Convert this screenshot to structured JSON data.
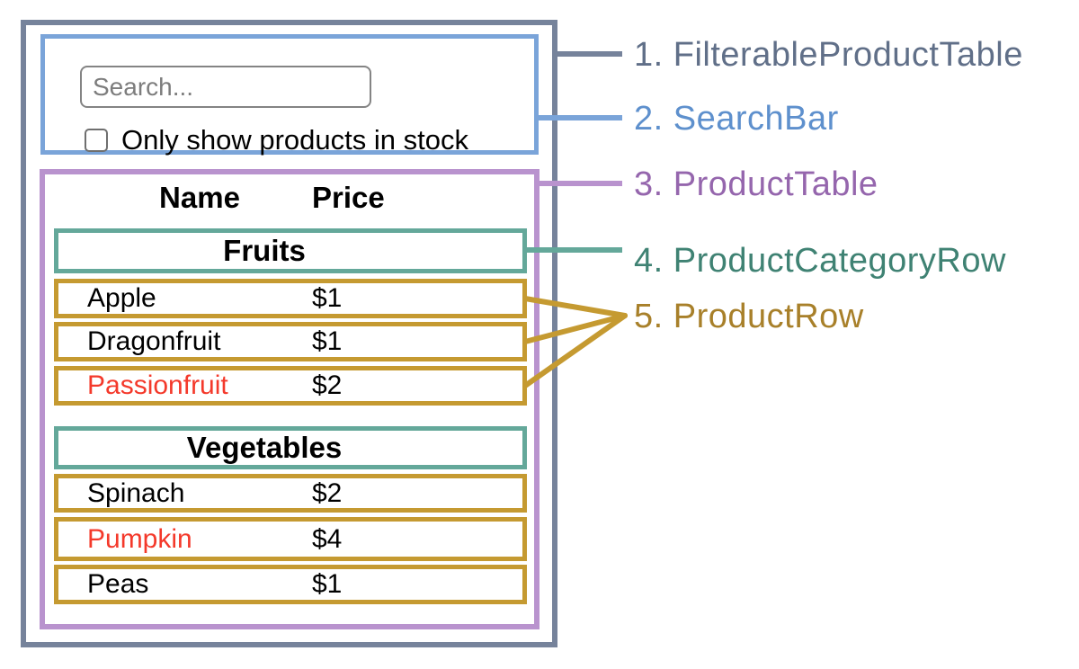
{
  "figure": {
    "annotations": [
      {
        "text": "1. FilterableProductTable",
        "component": "FilterableProductTable",
        "color": "#606f88"
      },
      {
        "text": "2. SearchBar",
        "component": "SearchBar",
        "color": "#5e90cd"
      },
      {
        "text": "3. ProductTable",
        "component": "ProductTable",
        "color": "#9566ad"
      },
      {
        "text": "4. ProductCategoryRow",
        "component": "ProductCategoryRow",
        "color": "#3f8273"
      },
      {
        "text": "5. ProductRow",
        "component": "ProductRow",
        "color": "#a8802a"
      }
    ]
  },
  "search_bar": {
    "input_value": "",
    "input_placeholder": "Search...",
    "checkbox_label": "Only show products in stock",
    "checkbox_checked": false
  },
  "product_table": {
    "headers": {
      "name": "Name",
      "price": "Price"
    },
    "sections": [
      {
        "category": "Fruits",
        "rows": [
          {
            "name": "Apple",
            "price": "$1",
            "in_stock": true
          },
          {
            "name": "Dragonfruit",
            "price": "$1",
            "in_stock": true
          },
          {
            "name": "Passionfruit",
            "price": "$2",
            "in_stock": false
          }
        ]
      },
      {
        "category": "Vegetables",
        "rows": [
          {
            "name": "Spinach",
            "price": "$2",
            "in_stock": true
          },
          {
            "name": "Pumpkin",
            "price": "$4",
            "in_stock": false
          },
          {
            "name": "Peas",
            "price": "$1",
            "in_stock": true
          }
        ]
      }
    ]
  },
  "colors": {
    "filterable_product_table_border": "#76839b",
    "search_bar_border": "#7aa4d9",
    "product_table_border": "#b993ce",
    "product_category_row_border": "#64a89a",
    "product_row_border": "#c59a31",
    "out_of_stock_text": "#f4392b",
    "input_border": "#848484",
    "placeholder_text": "#7d7d7d"
  }
}
